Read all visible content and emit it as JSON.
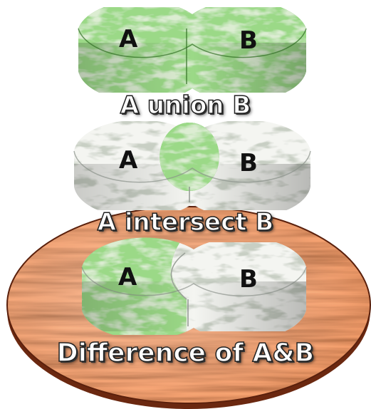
{
  "set_a": "A",
  "set_b": "B",
  "captions": {
    "union": "A union B",
    "intersect": "A intersect B",
    "difference": "Difference of A&B"
  },
  "colors": {
    "green": "#5fb84a",
    "green_dark": "#3f8f2e",
    "white_marble": "#f1f3ef",
    "wood": "#b4532a",
    "wood_dark": "#7a2f14"
  }
}
